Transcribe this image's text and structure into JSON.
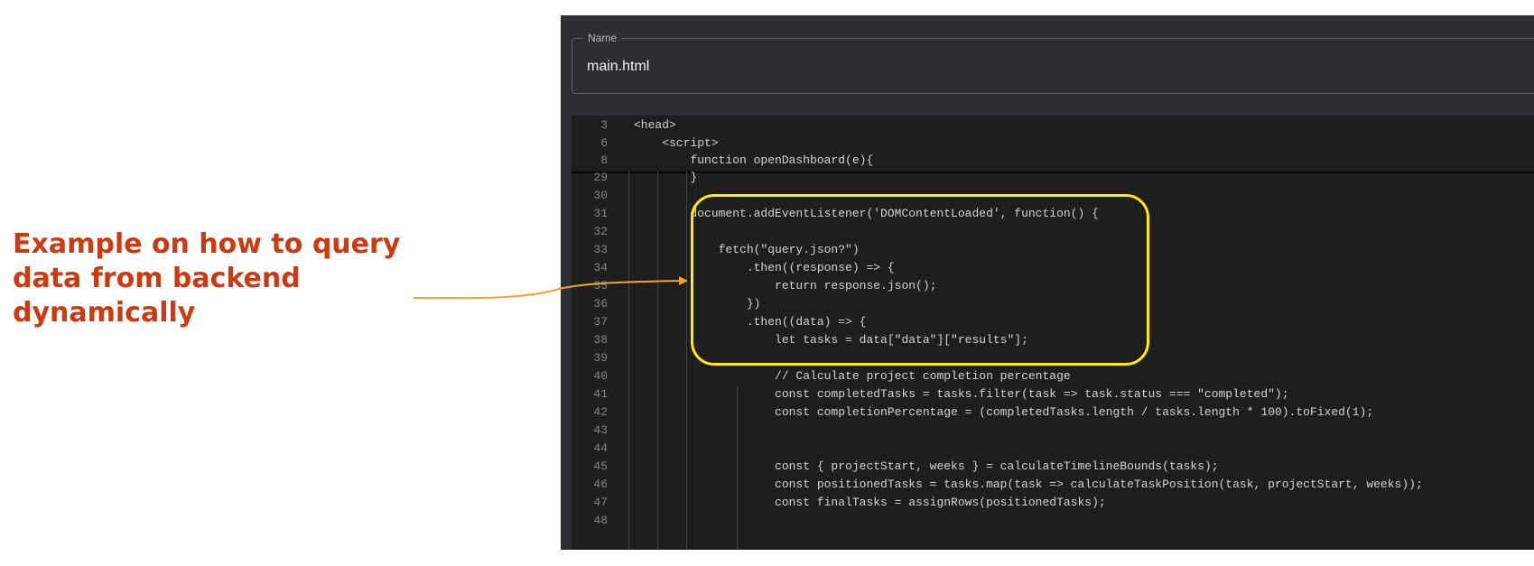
{
  "annotation": {
    "lines": [
      "Example on how to query",
      "data from backend",
      "dynamically"
    ],
    "color": "#cc3a12"
  },
  "name_field": {
    "label": "Name",
    "value": "main.html"
  },
  "editor": {
    "sticky_lines": [
      {
        "num": "3",
        "code": "<head>"
      },
      {
        "num": "6",
        "code": "    <script>"
      },
      {
        "num": "8",
        "code": "        function openDashboard(e){"
      }
    ],
    "lines": [
      {
        "num": "29",
        "code": "        }"
      },
      {
        "num": "30",
        "code": ""
      },
      {
        "num": "31",
        "code": "        document.addEventListener('DOMContentLoaded', function() {"
      },
      {
        "num": "32",
        "code": ""
      },
      {
        "num": "33",
        "code": "            fetch(\"query.json?\")"
      },
      {
        "num": "34",
        "code": "                .then((response) => {"
      },
      {
        "num": "35",
        "code": "                    return response.json();"
      },
      {
        "num": "36",
        "code": "                })"
      },
      {
        "num": "37",
        "code": "                .then((data) => {"
      },
      {
        "num": "38",
        "code": "                    let tasks = data[\"data\"][\"results\"];"
      },
      {
        "num": "39",
        "code": ""
      },
      {
        "num": "40",
        "code": "                    // Calculate project completion percentage"
      },
      {
        "num": "41",
        "code": "                    const completedTasks = tasks.filter(task => task.status === \"completed\");"
      },
      {
        "num": "42",
        "code": "                    const completionPercentage = (completedTasks.length / tasks.length * 100).toFixed(1);"
      },
      {
        "num": "43",
        "code": ""
      },
      {
        "num": "44",
        "code": ""
      },
      {
        "num": "45",
        "code": "                    const { projectStart, weeks } = calculateTimelineBounds(tasks);"
      },
      {
        "num": "46",
        "code": "                    const positionedTasks = tasks.map(task => calculateTaskPosition(task, projectStart, weeks));"
      },
      {
        "num": "47",
        "code": "                    const finalTasks = assignRows(positionedTasks);"
      },
      {
        "num": "48",
        "code": ""
      }
    ],
    "highlight_color": "#ffee00"
  },
  "colors": {
    "panel_bg": "#2c2e33",
    "editor_bg": "#1e1e1e",
    "line_number": "#858585",
    "arrow": "#f5a030"
  }
}
